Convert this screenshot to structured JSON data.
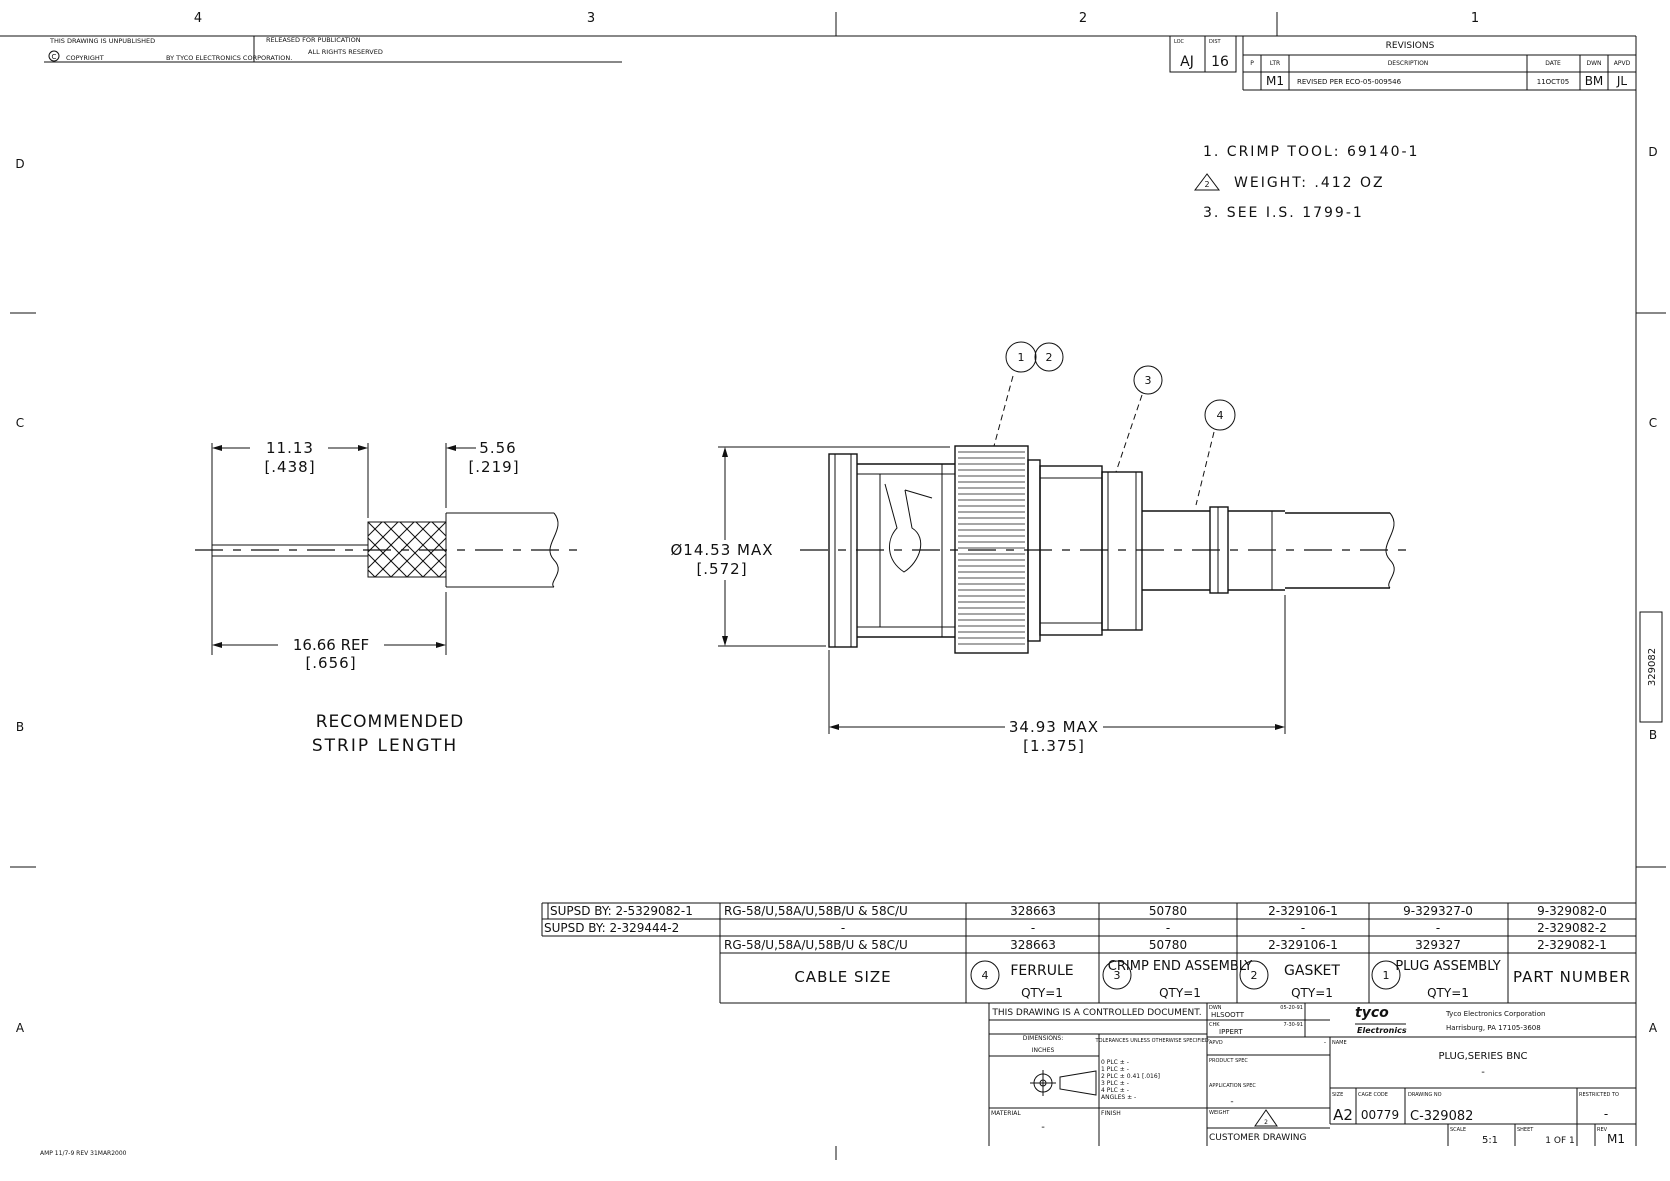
{
  "border": {
    "top_zones": [
      "4",
      "3",
      "2",
      "1"
    ],
    "left_zones": [
      "D",
      "C",
      "B",
      "A"
    ],
    "right_zones": [
      "D",
      "C",
      "B",
      "A"
    ],
    "side_tab": "329082"
  },
  "header_note": {
    "line1": "THIS DRAWING IS UNPUBLISHED",
    "line2": "COPYRIGHT",
    "line2b": "BY TYCO ELECTRONICS CORPORATION.",
    "released": "RELEASED FOR PUBLICATION",
    "rights": "ALL RIGHTS RESERVED"
  },
  "revision_block": {
    "lc_label": "LOC",
    "lc_value": "AJ",
    "dist_label": "DIST",
    "dist_value": "16",
    "title": "REVISIONS",
    "headers": [
      "P",
      "LTR",
      "DESCRIPTION",
      "DATE",
      "DWN",
      "APVD"
    ],
    "row": [
      "",
      "M1",
      "REVISED PER ECO-05-009546",
      "11OCT05",
      "BM",
      "JL"
    ]
  },
  "notes": {
    "n1": "1. CRIMP TOOL: 69140-1",
    "n2_num": "2",
    "n2": "WEIGHT: .412 OZ",
    "n3": "3. SEE I.S. 1799-1"
  },
  "strip_view": {
    "dim1": "11.13",
    "dim1_in": "[.438]",
    "dim2": "5.56",
    "dim2_in": "[.219]",
    "dim3": "16.66 REF",
    "dim3_in": "[.656]",
    "caption1": "RECOMMENDED",
    "caption2": "STRIP LENGTH"
  },
  "plug_view": {
    "dia": "Ø14.53 MAX",
    "dia_in": "[.572]",
    "len": "34.93 MAX",
    "len_in": "[1.375]",
    "balloons": [
      "1",
      "2",
      "3",
      "4"
    ]
  },
  "parts_table": {
    "rows": [
      [
        "SUPSD BY: 2-5329082-1",
        "RG-58/U,58A/U,58B/U & 58C/U",
        "328663",
        "50780",
        "2-329106-1",
        "9-329327-0",
        "9-329082-0"
      ],
      [
        "SUPSD BY: 2-329444-2",
        "-",
        "-",
        "-",
        "-",
        "-",
        "2-329082-2"
      ],
      [
        "",
        "RG-58/U,58A/U,58B/U & 58C/U",
        "328663",
        "50780",
        "2-329106-1",
        "329327",
        "2-329082-1"
      ]
    ],
    "headers": {
      "cable": "CABLE SIZE",
      "ferrule_num": "4",
      "ferrule": "FERRULE",
      "ferrule_qty": "QTY=1",
      "crimp_num": "3",
      "crimp": "CRIMP END ASSEMBLY",
      "crimp_qty": "QTY=1",
      "gasket_num": "2",
      "gasket": "GASKET",
      "gasket_qty": "QTY=1",
      "plug_num": "1",
      "plug": "PLUG ASSEMBLY",
      "plug_qty": "QTY=1",
      "part": "PART NUMBER"
    }
  },
  "title_block": {
    "controlled": "THIS DRAWING IS A CONTROLLED DOCUMENT.",
    "dimensions_label": "DIMENSIONS:",
    "dimensions_value": "INCHES",
    "tolerances": "TOLERANCES UNLESS OTHERWISE SPECIFIED:",
    "tol_lines": [
      "0 PLC   ±  -",
      "1 PLC   ±  -",
      "2 PLC   ±  0.41 [.016]",
      "3 PLC   ±  -",
      "4 PLC   ±  -",
      "ANGLES   ±  -"
    ],
    "material_label": "MATERIAL",
    "material_value": "-",
    "finish_label": "FINISH",
    "dwn_label": "DWN",
    "dwn_name": "HLSOOTT",
    "dwn_date": "05-20-91",
    "chk_label": "CHK",
    "chk_name": "IPPERT",
    "chk_date": "7-30-91",
    "apvd_label": "APVD",
    "apvd_date": "-",
    "product_spec": "PRODUCT SPEC",
    "application_spec": "APPLICATION SPEC",
    "application_value": "-",
    "weight_label": "WEIGHT",
    "weight_mark": "2",
    "customer": "CUSTOMER DRAWING",
    "logo1": "tyco",
    "logo2": "Electronics",
    "company": "Tyco Electronics Corporation",
    "address": "Harrisburg, PA 17105-3608",
    "name_label": "NAME",
    "name_value": "PLUG,SERIES BNC",
    "name_value2": "-",
    "size_label": "SIZE",
    "size_value": "A2",
    "cage_label": "CAGE CODE",
    "cage_value": "00779",
    "drawing_label": "DRAWING NO",
    "drawing_value": "C-329082",
    "restricted_label": "RESTRICTED TO",
    "restricted_value": "-",
    "scale_label": "SCALE",
    "scale_value": "5:1",
    "sheet_label": "SHEET",
    "sheet_value": "1 OF 1",
    "rev_label": "REV",
    "rev_value": "M1"
  },
  "footer_code": "AMP 11/7-9 REV 31MAR2000"
}
